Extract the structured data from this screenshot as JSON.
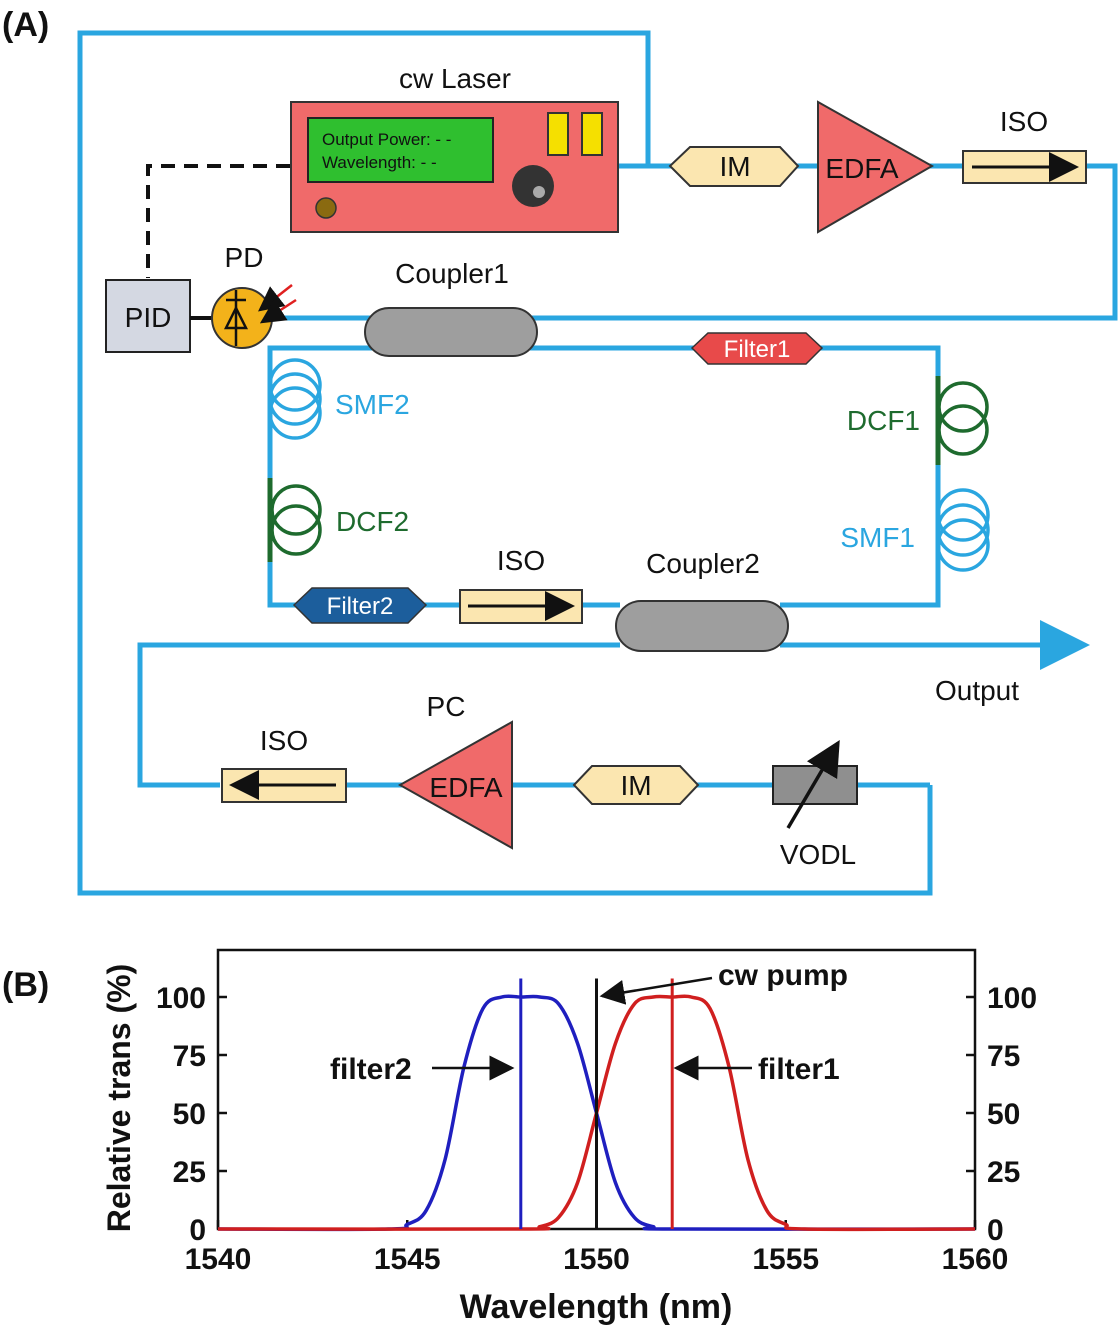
{
  "panel_a": {
    "label": "(A)",
    "cw_laser": {
      "title": "cw Laser",
      "display_line1": "Output Power:  - -",
      "display_line2": "Wavelength:     - -"
    },
    "pd_label": "PD",
    "pid_label": "PID",
    "coupler1_label": "Coupler1",
    "coupler2_label": "Coupler2",
    "im_top_label": "IM",
    "edfa_top_label": "EDFA",
    "iso_top_label": "ISO",
    "filter1_label": "Filter1",
    "filter2_label": "Filter2",
    "smf2_label": "SMF2",
    "dcf2_label": "DCF2",
    "dcf1_label": "DCF1",
    "smf1_label": "SMF1",
    "iso_mid_label": "ISO",
    "output_label": "Output",
    "pc_label": "PC",
    "iso_bottom_label": "ISO",
    "edfa_bottom_label": "EDFA",
    "im_bottom_label": "IM",
    "vodl_label": "VODL",
    "colors": {
      "fiber_smf": "#2aa6e0",
      "fiber_dcf": "#1e6b2e",
      "laser_body": "#f06a6a",
      "edfa": "#f06a6a",
      "filter1": "#e84a4a",
      "filter2": "#1c5e9c",
      "im": "#fbe6b0",
      "iso": "#fbe6b0",
      "coupler": "#9e9e9e",
      "pd": "#f3b21a"
    }
  },
  "panel_b": {
    "label": "(B)",
    "annotations": {
      "cw_pump": "cw pump",
      "filter1": "filter1",
      "filter2": "filter2"
    }
  },
  "chart_data": {
    "type": "line",
    "xlabel": "Wavelength (nm)",
    "ylabel": "Relative trans (%)",
    "xlim": [
      1540,
      1560
    ],
    "ylim": [
      0,
      115
    ],
    "xticks": [
      1540,
      1545,
      1550,
      1555,
      1560
    ],
    "yticks": [
      0,
      25,
      50,
      75,
      100
    ],
    "right_axis_ticks": [
      0,
      25,
      50,
      75,
      100
    ],
    "grid": false,
    "series": [
      {
        "name": "filter2",
        "color": "#1f1fbf",
        "x": [
          1540,
          1544.5,
          1545,
          1545.5,
          1546,
          1546.5,
          1547,
          1547.5,
          1548,
          1548.5,
          1549,
          1549.5,
          1550,
          1550.5,
          1551,
          1551.5,
          1552,
          1560
        ],
        "y": [
          0,
          0,
          2,
          8,
          30,
          70,
          95,
          100,
          100,
          100,
          97,
          80,
          50,
          20,
          5,
          1,
          0,
          0
        ]
      },
      {
        "name": "filter1",
        "color": "#d01f1f",
        "x": [
          1540,
          1548,
          1548.5,
          1549,
          1549.5,
          1550,
          1550.5,
          1551,
          1551.5,
          1552,
          1552.5,
          1553,
          1553.5,
          1554,
          1554.5,
          1555,
          1555.5,
          1560
        ],
        "y": [
          0,
          0,
          1,
          5,
          20,
          50,
          80,
          97,
          100,
          100,
          100,
          95,
          70,
          30,
          8,
          2,
          0,
          0
        ]
      }
    ],
    "vertical_lines": [
      {
        "x": 1548,
        "color": "#1f1fbf",
        "ytop": 108
      },
      {
        "x": 1550,
        "color": "#111111",
        "ytop": 108
      },
      {
        "x": 1552,
        "color": "#d01f1f",
        "ytop": 108
      }
    ]
  }
}
